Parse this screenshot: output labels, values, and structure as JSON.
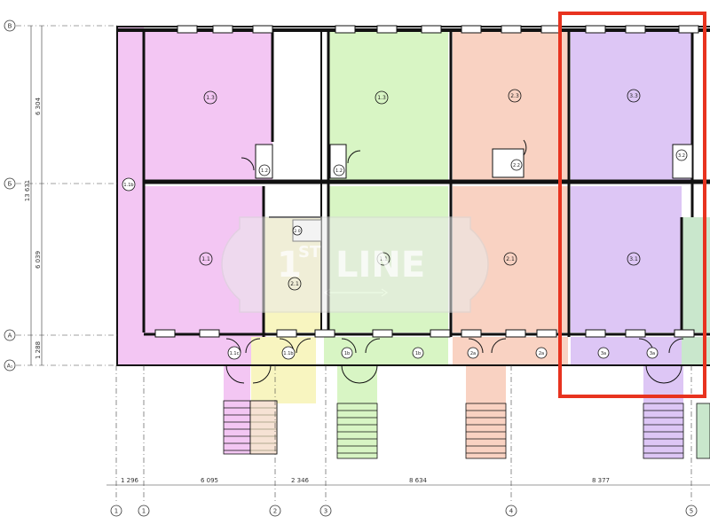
{
  "plan": {
    "axis_rows": [
      {
        "label": "В"
      },
      {
        "label": "Б"
      },
      {
        "label": "А"
      },
      {
        "label": "А₁"
      }
    ],
    "axis_cols": [
      {
        "label": "1"
      },
      {
        "label": "1"
      },
      {
        "label": "2"
      },
      {
        "label": "3"
      },
      {
        "label": "4"
      },
      {
        "label": "5"
      }
    ],
    "vertical_dims": [
      "13 631",
      "6 304",
      "6 039",
      "1 288"
    ],
    "horizontal_dims": [
      "1 296",
      "6 095",
      "2 346",
      "8 634",
      "8 377"
    ],
    "rooms": [
      {
        "label": "1.3"
      },
      {
        "label": "1.2"
      },
      {
        "label": "1.1"
      },
      {
        "label": "1.1b"
      },
      {
        "label": "1.1c"
      },
      {
        "label": "1.3"
      },
      {
        "label": "1.2"
      },
      {
        "label": "1.1"
      },
      {
        "label": "2.0"
      },
      {
        "label": "2.1"
      },
      {
        "label": "1.1b"
      },
      {
        "label": "1b"
      },
      {
        "label": "1b"
      },
      {
        "label": "2.3"
      },
      {
        "label": "2.2"
      },
      {
        "label": "2.1"
      },
      {
        "label": "2a"
      },
      {
        "label": "2a"
      },
      {
        "label": "3.3"
      },
      {
        "label": "3.2"
      },
      {
        "label": "3.1"
      },
      {
        "label": "3a"
      },
      {
        "label": "3a"
      }
    ],
    "colors": {
      "pink": "#f3c6f3",
      "green": "#d8f5c4",
      "salmon": "#f9d2c2",
      "purple": "#ddc6f5",
      "yellow": "#f8f5c0",
      "teal": "#c9e7cc",
      "highlight": "#e8331f"
    }
  },
  "watermark": {
    "brand_prefix": "1",
    "brand_sup": "ST",
    "brand_word": "LINE"
  }
}
